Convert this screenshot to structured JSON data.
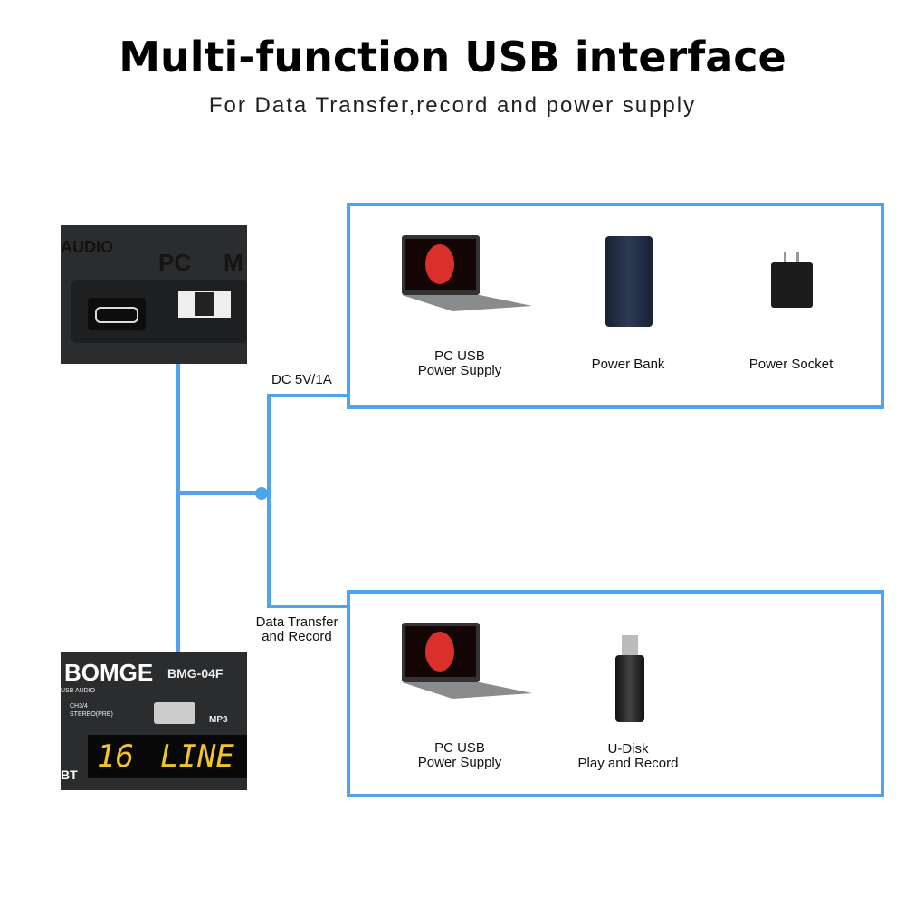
{
  "header": {
    "title": "Multi-function USB interface",
    "subtitle": "For Data Transfer,record and power supply"
  },
  "accent_color": "#4ea5ee",
  "top_photo": {
    "labels": [
      "AUDIO",
      "PC",
      "M"
    ]
  },
  "bottom_photo": {
    "brand": "BOMGE",
    "model": "BMG-04F",
    "usb_audio": "USB AUDIO",
    "ch": "CH3/4",
    "stereo": "STEREO(PRE)",
    "mp3": "MP3",
    "display_left": "16",
    "display_right": "LINE",
    "bt": "BT"
  },
  "connectors": {
    "top": "DC 5V/1A",
    "bottom_line1": "Data Transfer",
    "bottom_line2": "and Record"
  },
  "power_box": {
    "items": [
      {
        "icon": "laptop-icon",
        "line1": "PC USB",
        "line2": "Power Supply"
      },
      {
        "icon": "power-bank-icon",
        "line1": "Power Bank",
        "line2": ""
      },
      {
        "icon": "power-socket-icon",
        "line1": "Power Socket",
        "line2": ""
      }
    ]
  },
  "data_box": {
    "items": [
      {
        "icon": "laptop-icon",
        "line1": "PC USB",
        "line2": "Power Supply"
      },
      {
        "icon": "usb-drive-icon",
        "line1": "U-Disk",
        "line2": "Play and Record"
      }
    ]
  }
}
